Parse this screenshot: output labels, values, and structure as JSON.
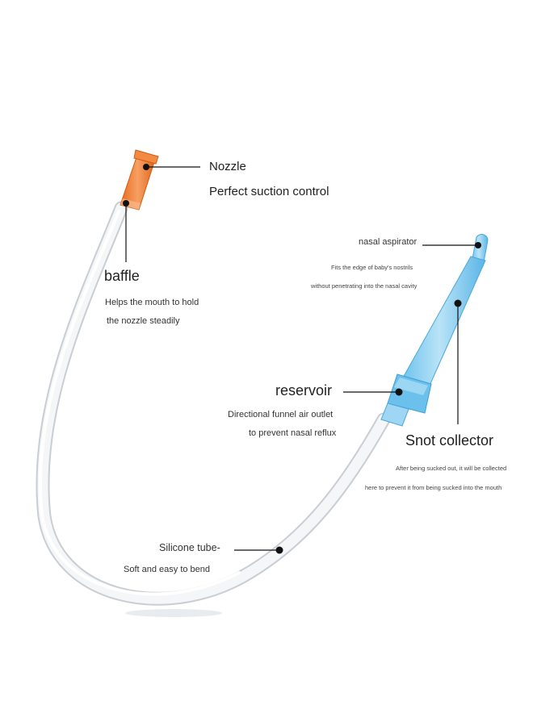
{
  "labels": {
    "nozzle": "Nozzle",
    "nozzle_desc": "Perfect suction control",
    "baffle": "baffle",
    "baffle_desc_1": "Helps the mouth to hold",
    "baffle_desc_2": "the nozzle steadily",
    "nasal_aspirator": "nasal aspirator",
    "nasal_desc_1": "Fits the edge of baby's nostrils",
    "nasal_desc_2": "without penetrating into the nasal cavity",
    "reservoir": "reservoir",
    "reservoir_desc_1": "Directional funnel air outlet",
    "reservoir_desc_2": "to prevent nasal reflux",
    "snot_collector": "Snot collector",
    "snot_desc_1": "After being sucked out, it will be collected",
    "snot_desc_2": "here to prevent it from being sucked into the mouth",
    "silicone_tube": "Silicone tube-",
    "silicone_desc": "Soft and easy to bend"
  },
  "colors": {
    "tube": "#f2f4f6",
    "tube_edge": "#c9ced4",
    "nozzle": "#f07a2e",
    "aspirator": "#8fd0f2",
    "aspirator_dark": "#3aa6e0",
    "leader": "#111111"
  }
}
